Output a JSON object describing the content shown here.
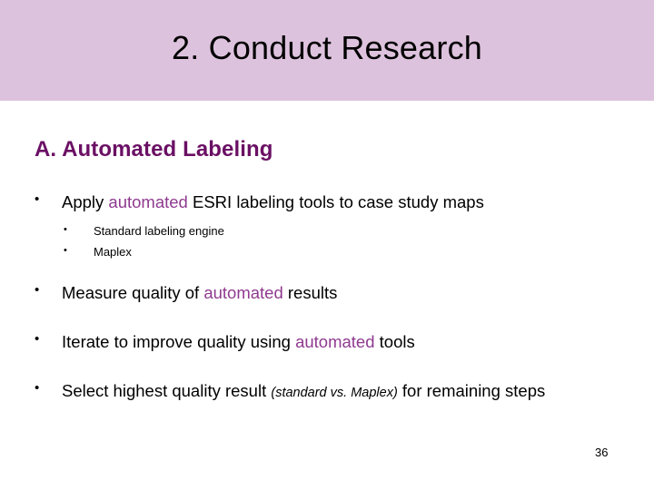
{
  "slide": {
    "title": "2. Conduct Research",
    "section_heading": "A. Automated Labeling",
    "page_number": "36",
    "bullet_glyph": "•",
    "colors": {
      "title_band": "#ddc2dd",
      "title_text": "#000000",
      "heading_purple": "#6b1064",
      "highlight_purple": "#8f3a8f",
      "body_text": "#000000",
      "background": "#ffffff"
    },
    "bullets": [
      {
        "level": 1,
        "parts": [
          {
            "text": "Apply ",
            "style": "normal"
          },
          {
            "text": "automated",
            "style": "highlight"
          },
          {
            "text": " ESRI labeling tools to case study maps",
            "style": "normal"
          }
        ],
        "plain": "Apply automated ESRI labeling tools to case study maps"
      },
      {
        "level": 2,
        "parts": [
          {
            "text": "Standard labeling engine",
            "style": "normal"
          }
        ],
        "plain": "Standard labeling engine"
      },
      {
        "level": 2,
        "parts": [
          {
            "text": "Maplex",
            "style": "normal"
          }
        ],
        "plain": "Maplex"
      },
      {
        "level": 1,
        "parts": [
          {
            "text": "Measure quality of ",
            "style": "normal"
          },
          {
            "text": "automated",
            "style": "highlight"
          },
          {
            "text": " results",
            "style": "normal"
          }
        ],
        "plain": "Measure quality of automated results"
      },
      {
        "level": 1,
        "parts": [
          {
            "text": "Iterate to improve quality using ",
            "style": "normal"
          },
          {
            "text": "automated",
            "style": "highlight"
          },
          {
            "text": " tools",
            "style": "normal"
          }
        ],
        "plain": "Iterate to improve quality using automated tools"
      },
      {
        "level": 1,
        "parts": [
          {
            "text": "Select highest quality result ",
            "style": "normal"
          },
          {
            "text": "(standard vs. Maplex)",
            "style": "paren"
          },
          {
            "text": " for remaining steps",
            "style": "normal"
          }
        ],
        "plain": "Select highest quality result (standard vs. Maplex) for remaining steps"
      }
    ],
    "bullet_tops": [
      100,
      136,
      159,
      200,
      254,
      308
    ]
  }
}
